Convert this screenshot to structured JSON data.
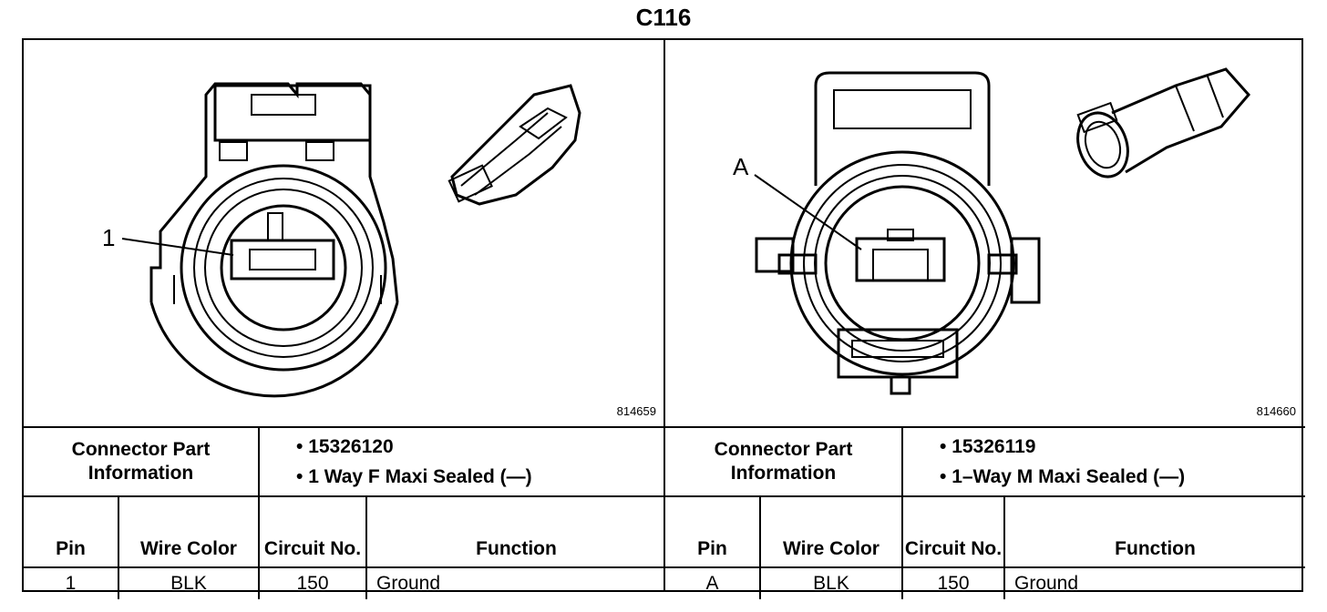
{
  "title": "C116",
  "left": {
    "figure_number": "814659",
    "pin_callout": "1",
    "connector_label": "Connector Part Information",
    "parts": [
      "15326120",
      "1 Way F Maxi Sealed (—)"
    ],
    "headers": {
      "pin": "Pin",
      "wire_color": "Wire Color",
      "circuit": "Circuit No.",
      "function": "Function"
    },
    "rows": [
      {
        "pin": "1",
        "wire_color": "BLK",
        "circuit": "150",
        "function": "Ground"
      }
    ]
  },
  "right": {
    "figure_number": "814660",
    "pin_callout": "A",
    "connector_label": "Connector Part Information",
    "parts": [
      "15326119",
      "1–Way M Maxi Sealed (—)"
    ],
    "headers": {
      "pin": "Pin",
      "wire_color": "Wire Color",
      "circuit": "Circuit No.",
      "function": "Function"
    },
    "rows": [
      {
        "pin": "A",
        "wire_color": "BLK",
        "circuit": "150",
        "function": "Ground"
      }
    ]
  }
}
